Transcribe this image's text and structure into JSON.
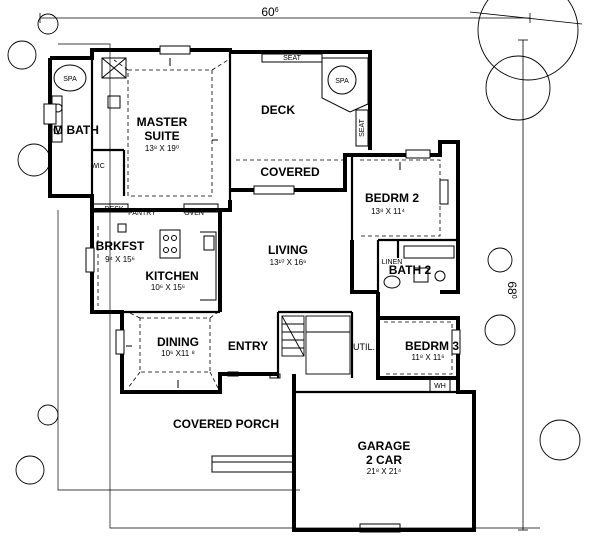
{
  "dimensions": {
    "width": "60",
    "width_inches": "6",
    "depth": "68",
    "depth_inches": "0"
  },
  "rooms": {
    "master_suite": {
      "name_line1": "MASTER",
      "name_line2": "SUITE",
      "size": "13⁸ X 19⁰"
    },
    "m_bath": {
      "name": "M BATH"
    },
    "wic": {
      "name": "WIC"
    },
    "spa_bath": {
      "name": "SPA"
    },
    "deck": {
      "name": "DECK"
    },
    "covered": {
      "name": "COVERED"
    },
    "spa_deck": {
      "name": "SPA"
    },
    "seat_top": {
      "name": "SEAT"
    },
    "seat_side": {
      "name": "SEAT"
    },
    "bedrm2": {
      "name": "BEDRM 2",
      "size": "13⁸ X 11⁴"
    },
    "linen": {
      "name": "LINEN"
    },
    "bath2": {
      "name": "BATH 2"
    },
    "brkfst": {
      "name": "BRKFST",
      "size": "9⁴ X 15⁶"
    },
    "kitchen": {
      "name": "KITCHEN",
      "size": "10⁶ X 15⁶"
    },
    "desk": {
      "name": "DESK"
    },
    "pantry": {
      "name": "PANTRY"
    },
    "oven": {
      "name": "OVEN"
    },
    "living": {
      "name": "LIVING",
      "size": "13¹⁰ X 16⁶"
    },
    "dining": {
      "name": "DINING",
      "size": "10⁶ X11 ⁸"
    },
    "entry": {
      "name": "ENTRY"
    },
    "util": {
      "name": "UTIL."
    },
    "bedrm3": {
      "name": "BEDRM 3",
      "size": "11⁸ X 11⁶"
    },
    "wh": {
      "name": "WH"
    },
    "covered_porch": {
      "name": "COVERED PORCH"
    },
    "garage": {
      "name_line1": "GARAGE",
      "name_line2": "2 CAR",
      "size": "21⁸ X 21⁴"
    }
  }
}
